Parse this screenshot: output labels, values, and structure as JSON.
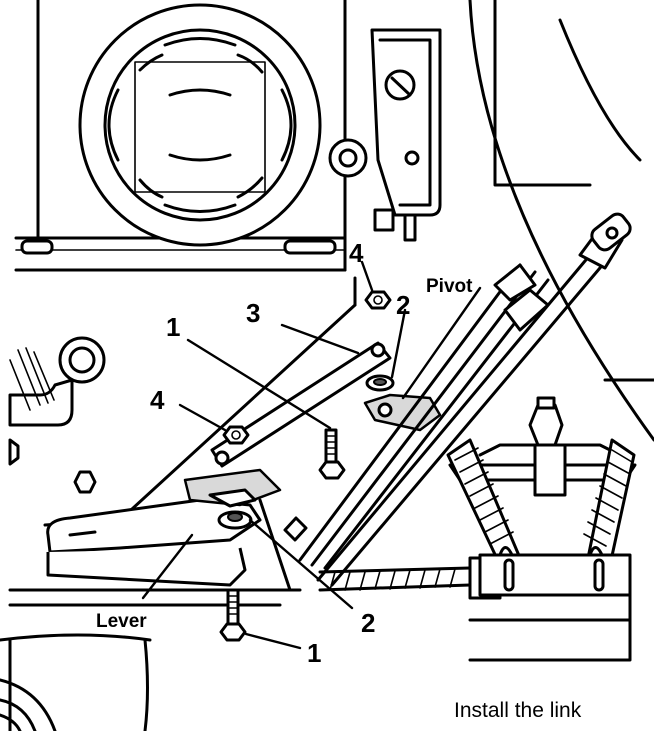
{
  "labels": {
    "one_top": "1",
    "three": "3",
    "four_top": "4",
    "two_top": "2",
    "pivot": "Pivot",
    "four_left": "4",
    "two_bottom": "2",
    "lever": "Lever",
    "one_bottom": "1"
  },
  "caption": "Install the link"
}
